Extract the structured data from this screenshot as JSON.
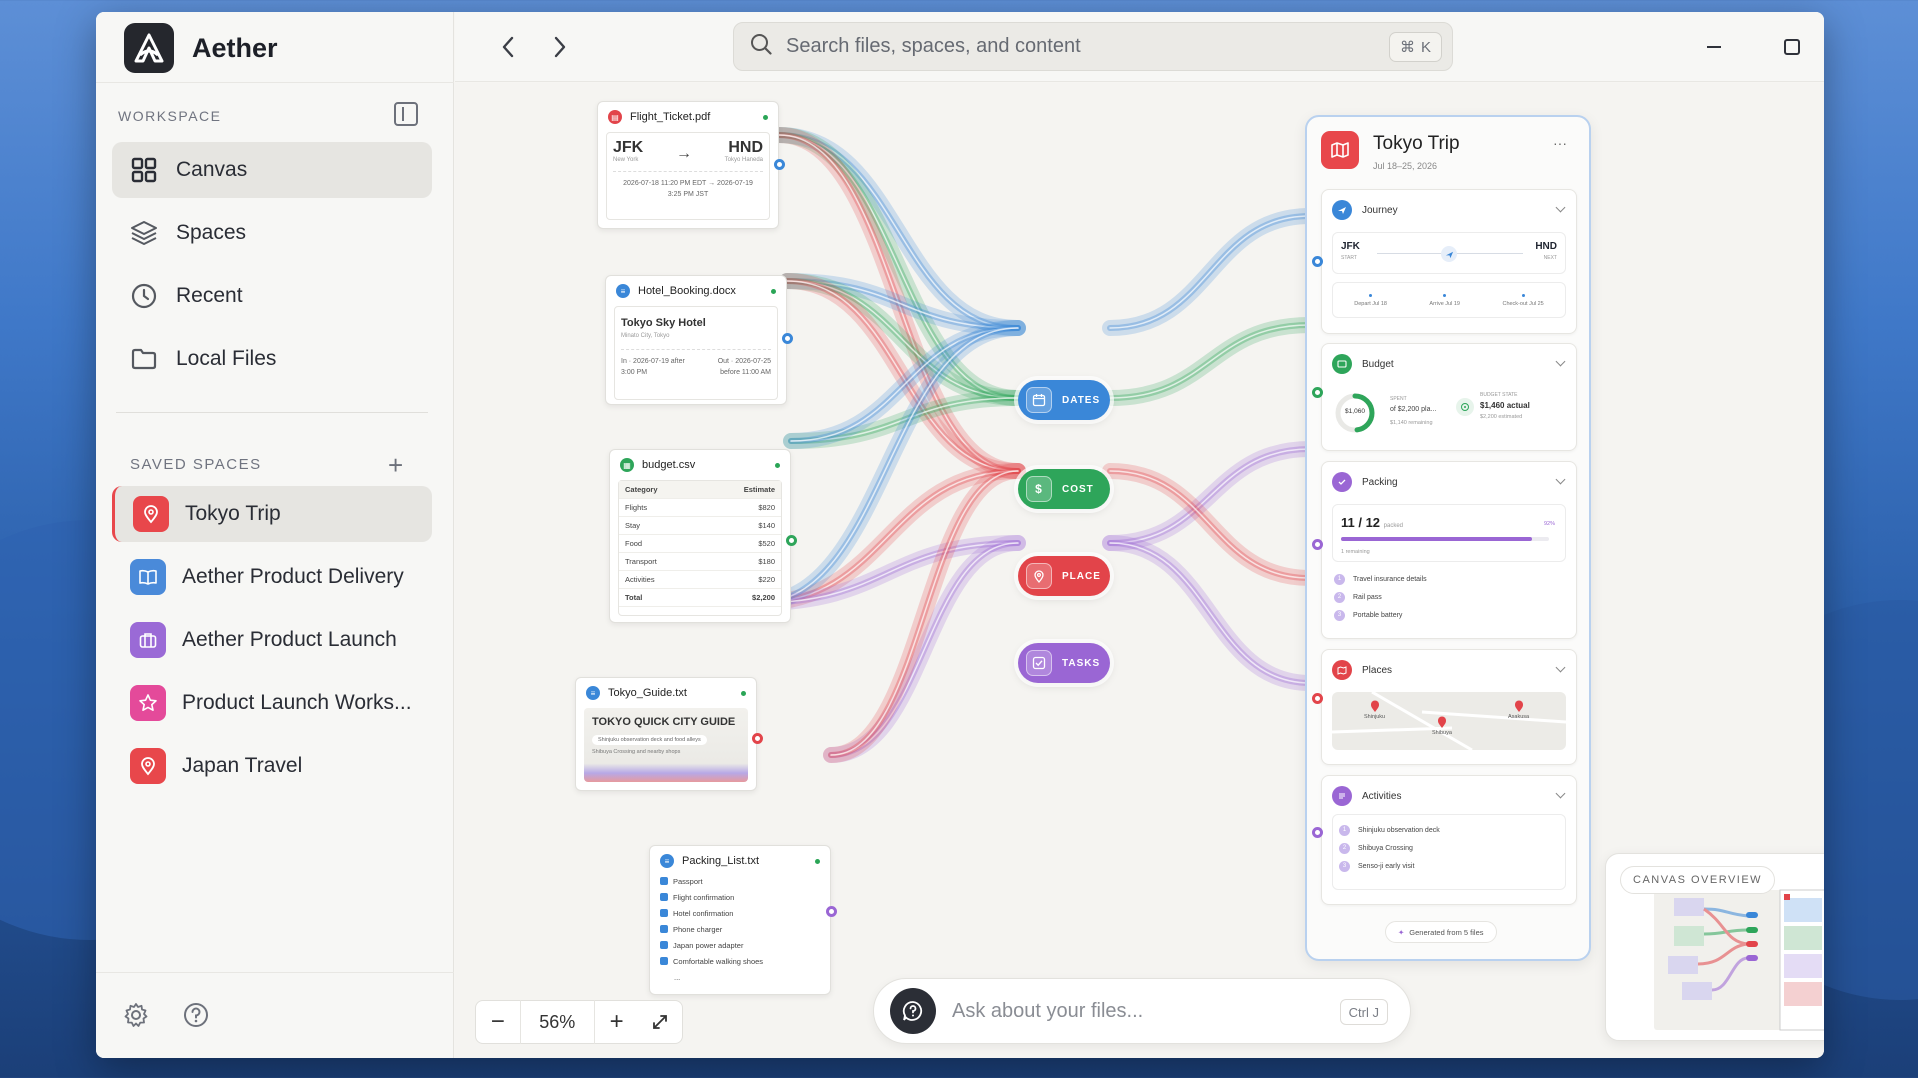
{
  "app": {
    "name": "Aether"
  },
  "sidebar": {
    "workspace_label": "WORKSPACE",
    "nav": [
      {
        "label": "Canvas",
        "icon": "grid-icon",
        "active": true
      },
      {
        "label": "Spaces",
        "icon": "layers-icon"
      },
      {
        "label": "Recent",
        "icon": "clock-icon"
      },
      {
        "label": "Local Files",
        "icon": "folder-icon"
      }
    ],
    "saved_label": "SAVED SPACES",
    "spaces": [
      {
        "label": "Tokyo Trip",
        "icon": "map-pin-icon",
        "color": "#e8474b",
        "active": true
      },
      {
        "label": "Aether Product Delivery",
        "icon": "book-icon",
        "color": "#4a8ad9"
      },
      {
        "label": "Aether Product Launch",
        "icon": "briefcase-icon",
        "color": "#9a6ad6"
      },
      {
        "label": "Product Launch Works...",
        "icon": "star-icon",
        "color": "#e44a9a"
      },
      {
        "label": "Japan Travel",
        "icon": "map-pin-icon",
        "color": "#e8474b"
      }
    ]
  },
  "search": {
    "placeholder": "Search files, spaces, and content",
    "shortcut_symbol": "⌘",
    "shortcut_key": "K"
  },
  "files": {
    "flight": {
      "name": "Flight_Ticket.pdf",
      "from": "JFK",
      "from_city": "New York",
      "to": "HND",
      "to_city": "Tokyo Haneda",
      "depart": "2026-07-18 11:20 PM EDT",
      "arrive": "2026-07-19",
      "arrive_time": "3:25 PM JST",
      "arrow": "→"
    },
    "hotel": {
      "name": "Hotel_Booking.docx",
      "hotel": "Tokyo Sky Hotel",
      "city": "Minato City, Tokyo",
      "in": "In · 2026-07-19 after",
      "in_time": "3:00 PM",
      "out": "Out · 2026-07-25",
      "out_time": "before 11:00 AM"
    },
    "budget": {
      "name": "budget.csv",
      "headers": [
        "Category",
        "Estimate"
      ],
      "rows": [
        [
          "Flights",
          "$820"
        ],
        [
          "Stay",
          "$140"
        ],
        [
          "Food",
          "$520"
        ],
        [
          "Transport",
          "$180"
        ],
        [
          "Activities",
          "$220"
        ]
      ],
      "total": [
        "Total",
        "$2,200"
      ]
    },
    "guide": {
      "name": "Tokyo_Guide.txt",
      "title": "TOKYO QUICK CITY GUIDE",
      "line1": "Shinjuku observation deck and food alleys",
      "line2": "Shibuya Crossing and nearby shops"
    },
    "packing": {
      "name": "Packing_List.txt",
      "items": [
        "Passport",
        "Flight confirmation",
        "Hotel confirmation",
        "Phone charger",
        "Japan power adapter",
        "Comfortable walking shoes"
      ],
      "more": "..."
    }
  },
  "hubs": [
    {
      "label": "DATES",
      "color": "#3a87d8",
      "icon": "calendar-icon"
    },
    {
      "label": "COST",
      "color": "#2ea55a",
      "icon": "dollar-icon"
    },
    {
      "label": "PLACE",
      "color": "#e2444a",
      "icon": "map-pin-icon"
    },
    {
      "label": "TASKS",
      "color": "#9a66d4",
      "icon": "checkbox-icon"
    }
  ],
  "trip": {
    "title": "Tokyo Trip",
    "dates": "Jul 18–25, 2026",
    "more": "···",
    "journey": {
      "label": "Journey",
      "from": "JFK",
      "from_sub": "START",
      "to": "HND",
      "to_sub": "NEXT",
      "steps": [
        "Depart Jul 18",
        "Arrive Jul 19",
        "Check-out Jul 25"
      ]
    },
    "budget": {
      "label": "Budget",
      "spent": "$1,060",
      "spent_label": "SPENT",
      "of": "of $2,200 pla...",
      "remaining": "$1,140 remaining",
      "state_label": "BUDGET STATE",
      "actual": "$1,460 actual",
      "estimated": "$2,200 estimated",
      "progress": 0.48
    },
    "packing": {
      "label": "Packing",
      "count": "11 / 12",
      "packed": "packed",
      "pct": "92%",
      "progress": 0.92,
      "remaining": "1 remaining",
      "items": [
        "Travel insurance details",
        "Rail pass",
        "Portable battery"
      ]
    },
    "places": {
      "label": "Places",
      "pins": [
        "Shinjuku",
        "Shibuya",
        "Asakusa"
      ]
    },
    "activities": {
      "label": "Activities",
      "items": [
        "Shinjuku observation deck",
        "Shibuya Crossing",
        "Senso-ji early visit"
      ]
    },
    "generated": "Generated from 5 files"
  },
  "zoom": {
    "level": "56%",
    "minus": "−",
    "plus": "+"
  },
  "ask": {
    "placeholder": "Ask about your files...",
    "shortcut": "Ctrl J"
  },
  "overview": {
    "label": "CANVAS OVERVIEW"
  }
}
